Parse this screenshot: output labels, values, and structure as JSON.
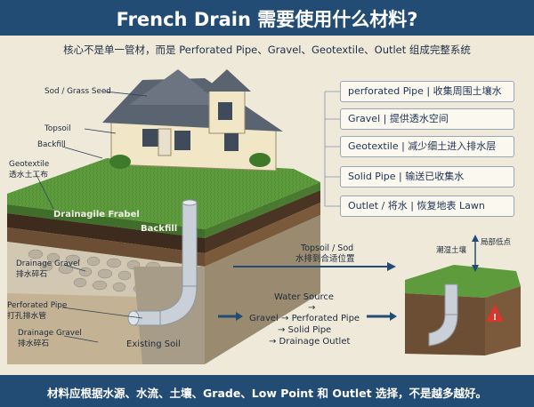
{
  "header": {
    "title": "French Drain 需要使用什么材料?",
    "subtitle": "核心不是单一管材，而是 Perforated Pipe、Gravel、Geotextile、Outlet 组成完整系统"
  },
  "left_labels": {
    "sod": "Sod / Grass Seed",
    "topsoil": "Topsoil",
    "backfill": "Backfill",
    "geotextile_en": "Geotextile",
    "geotextile_zh": "透水土工布",
    "gravel_top_en": "Drainage Gravel",
    "gravel_top_zh": "排水碎石",
    "pipe_en": "Perforated Pipe",
    "pipe_zh": "打孔排水管",
    "gravel_bot_en": "Drainage Gravel",
    "gravel_bot_zh": "排水碎石",
    "existing_soil": "Existing Soil"
  },
  "cross_section": {
    "layer_text_1": "Drainagile Frabel",
    "layer_text_2": "Backfill"
  },
  "callouts": [
    "perforated Pipe | 收集周围土壤水",
    "Gravel | 提供透水空间",
    "Geotextile | 减少细土进入排水层",
    "Solid Pipe | 输送已收集水",
    "Outlet / 将水 | 恢复地表 Lawn"
  ],
  "flow": {
    "topsoil_sod": "Topsoil / Sod",
    "topsoil_note": "水排到合适位置",
    "water_source": "Water Source",
    "arrow1": "→",
    "gravel_pipe": "Gravel → Perforated Pipe",
    "solid_pipe": "→ Solid Pipe",
    "outlet": "→ Drainage Outlet"
  },
  "outlet_panel": {
    "wet_soil": "潮湿土壤",
    "low_point": "局部低点"
  },
  "footer": {
    "text": "材料应根据水源、水流、土壤、Grade、Low Point 和 Outlet 选择，不是越多越好。"
  },
  "colors": {
    "banner": "#234c74",
    "grass": "#5a9a3c",
    "soil": "#8b6a45",
    "gravel": "#c9c2b3",
    "pipe": "#c5ccd3",
    "warning": "#d8362b"
  }
}
